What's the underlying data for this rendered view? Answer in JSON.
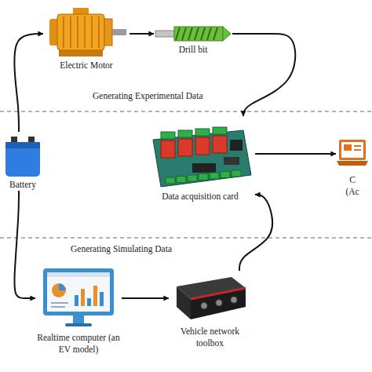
{
  "diagram": {
    "nodes": [
      {
        "text": [
          "Electric Motor"
        ]
      },
      {
        "text": [
          "Drill bit"
        ]
      },
      {
        "text": [
          "Battery"
        ]
      },
      {
        "text": [
          "Data acquisition card"
        ]
      },
      {
        "text": [
          "C",
          "(Ac"
        ]
      },
      {
        "text": [
          "Realtime computer (an EV model)"
        ]
      },
      {
        "text": [
          "Vehicle network toolbox"
        ]
      }
    ],
    "edges": [
      {
        "from": 0,
        "to": 1,
        "arrow": "to"
      },
      {
        "from": 1,
        "to": 3,
        "arrow": "to"
      },
      {
        "from": 3,
        "to": 4,
        "arrow": "to"
      },
      {
        "from": 2,
        "to": 0,
        "arrow": "to"
      },
      {
        "from": 2,
        "to": 5,
        "arrow": "to"
      },
      {
        "from": 5,
        "to": 6,
        "arrow": "to"
      },
      {
        "from": 6,
        "to": 3,
        "arrow": "to"
      }
    ],
    "labels": [
      "Generating Experimental Data",
      "Generating Simulating Data"
    ]
  }
}
